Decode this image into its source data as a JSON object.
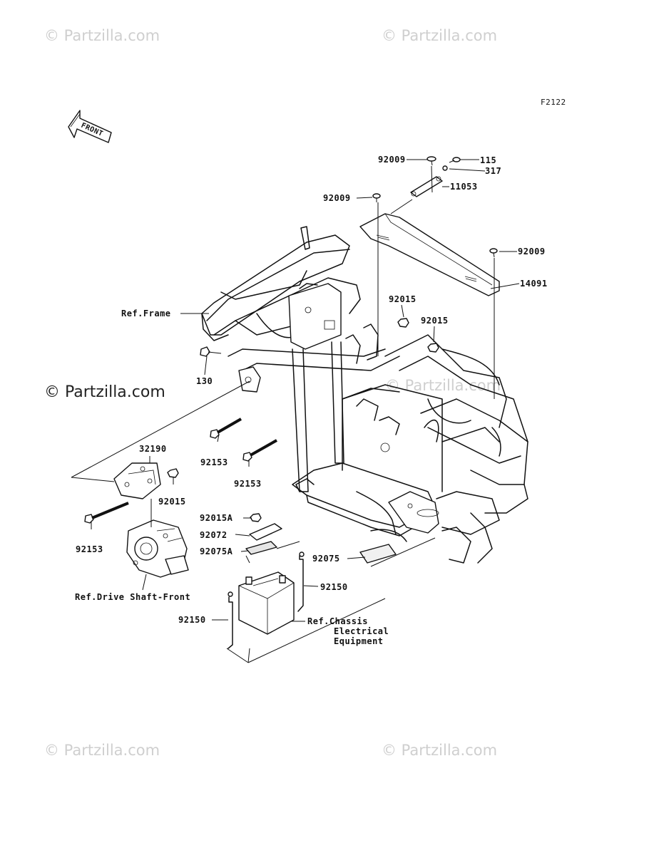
{
  "diagram_code": "F2122",
  "front_label": "FRONT",
  "watermarks": {
    "top_left": "© Partzilla.com",
    "top_right": "© Partzilla.com",
    "center": "© Partzilla.com",
    "mid_faint": "© Partzilla.com",
    "bottom_left": "© Partzilla.com",
    "bottom_right": "© Partzilla.com"
  },
  "labels": {
    "p92009_top": "92009",
    "p115": "115",
    "p317": "317",
    "p92009_mid": "92009",
    "p11053": "11053",
    "p92009_right": "92009",
    "p14091": "14091",
    "ref_frame": "Ref.Frame",
    "p92015_a": "92015",
    "p92015_b": "92015",
    "p130": "130",
    "p92153_a": "92153",
    "p92153_b": "92153",
    "p32190": "32190",
    "p92015_c": "92015",
    "p92153_c": "92153",
    "p92015A": "92015A",
    "p92072": "92072",
    "p92075A": "92075A",
    "p92075": "92075",
    "p92150_a": "92150",
    "p92150_b": "92150",
    "ref_drive_shaft": "Ref.Drive Shaft-Front",
    "ref_chassis_1": "Ref.Chassis",
    "ref_chassis_2": "Electrical",
    "ref_chassis_3": "Equipment"
  }
}
